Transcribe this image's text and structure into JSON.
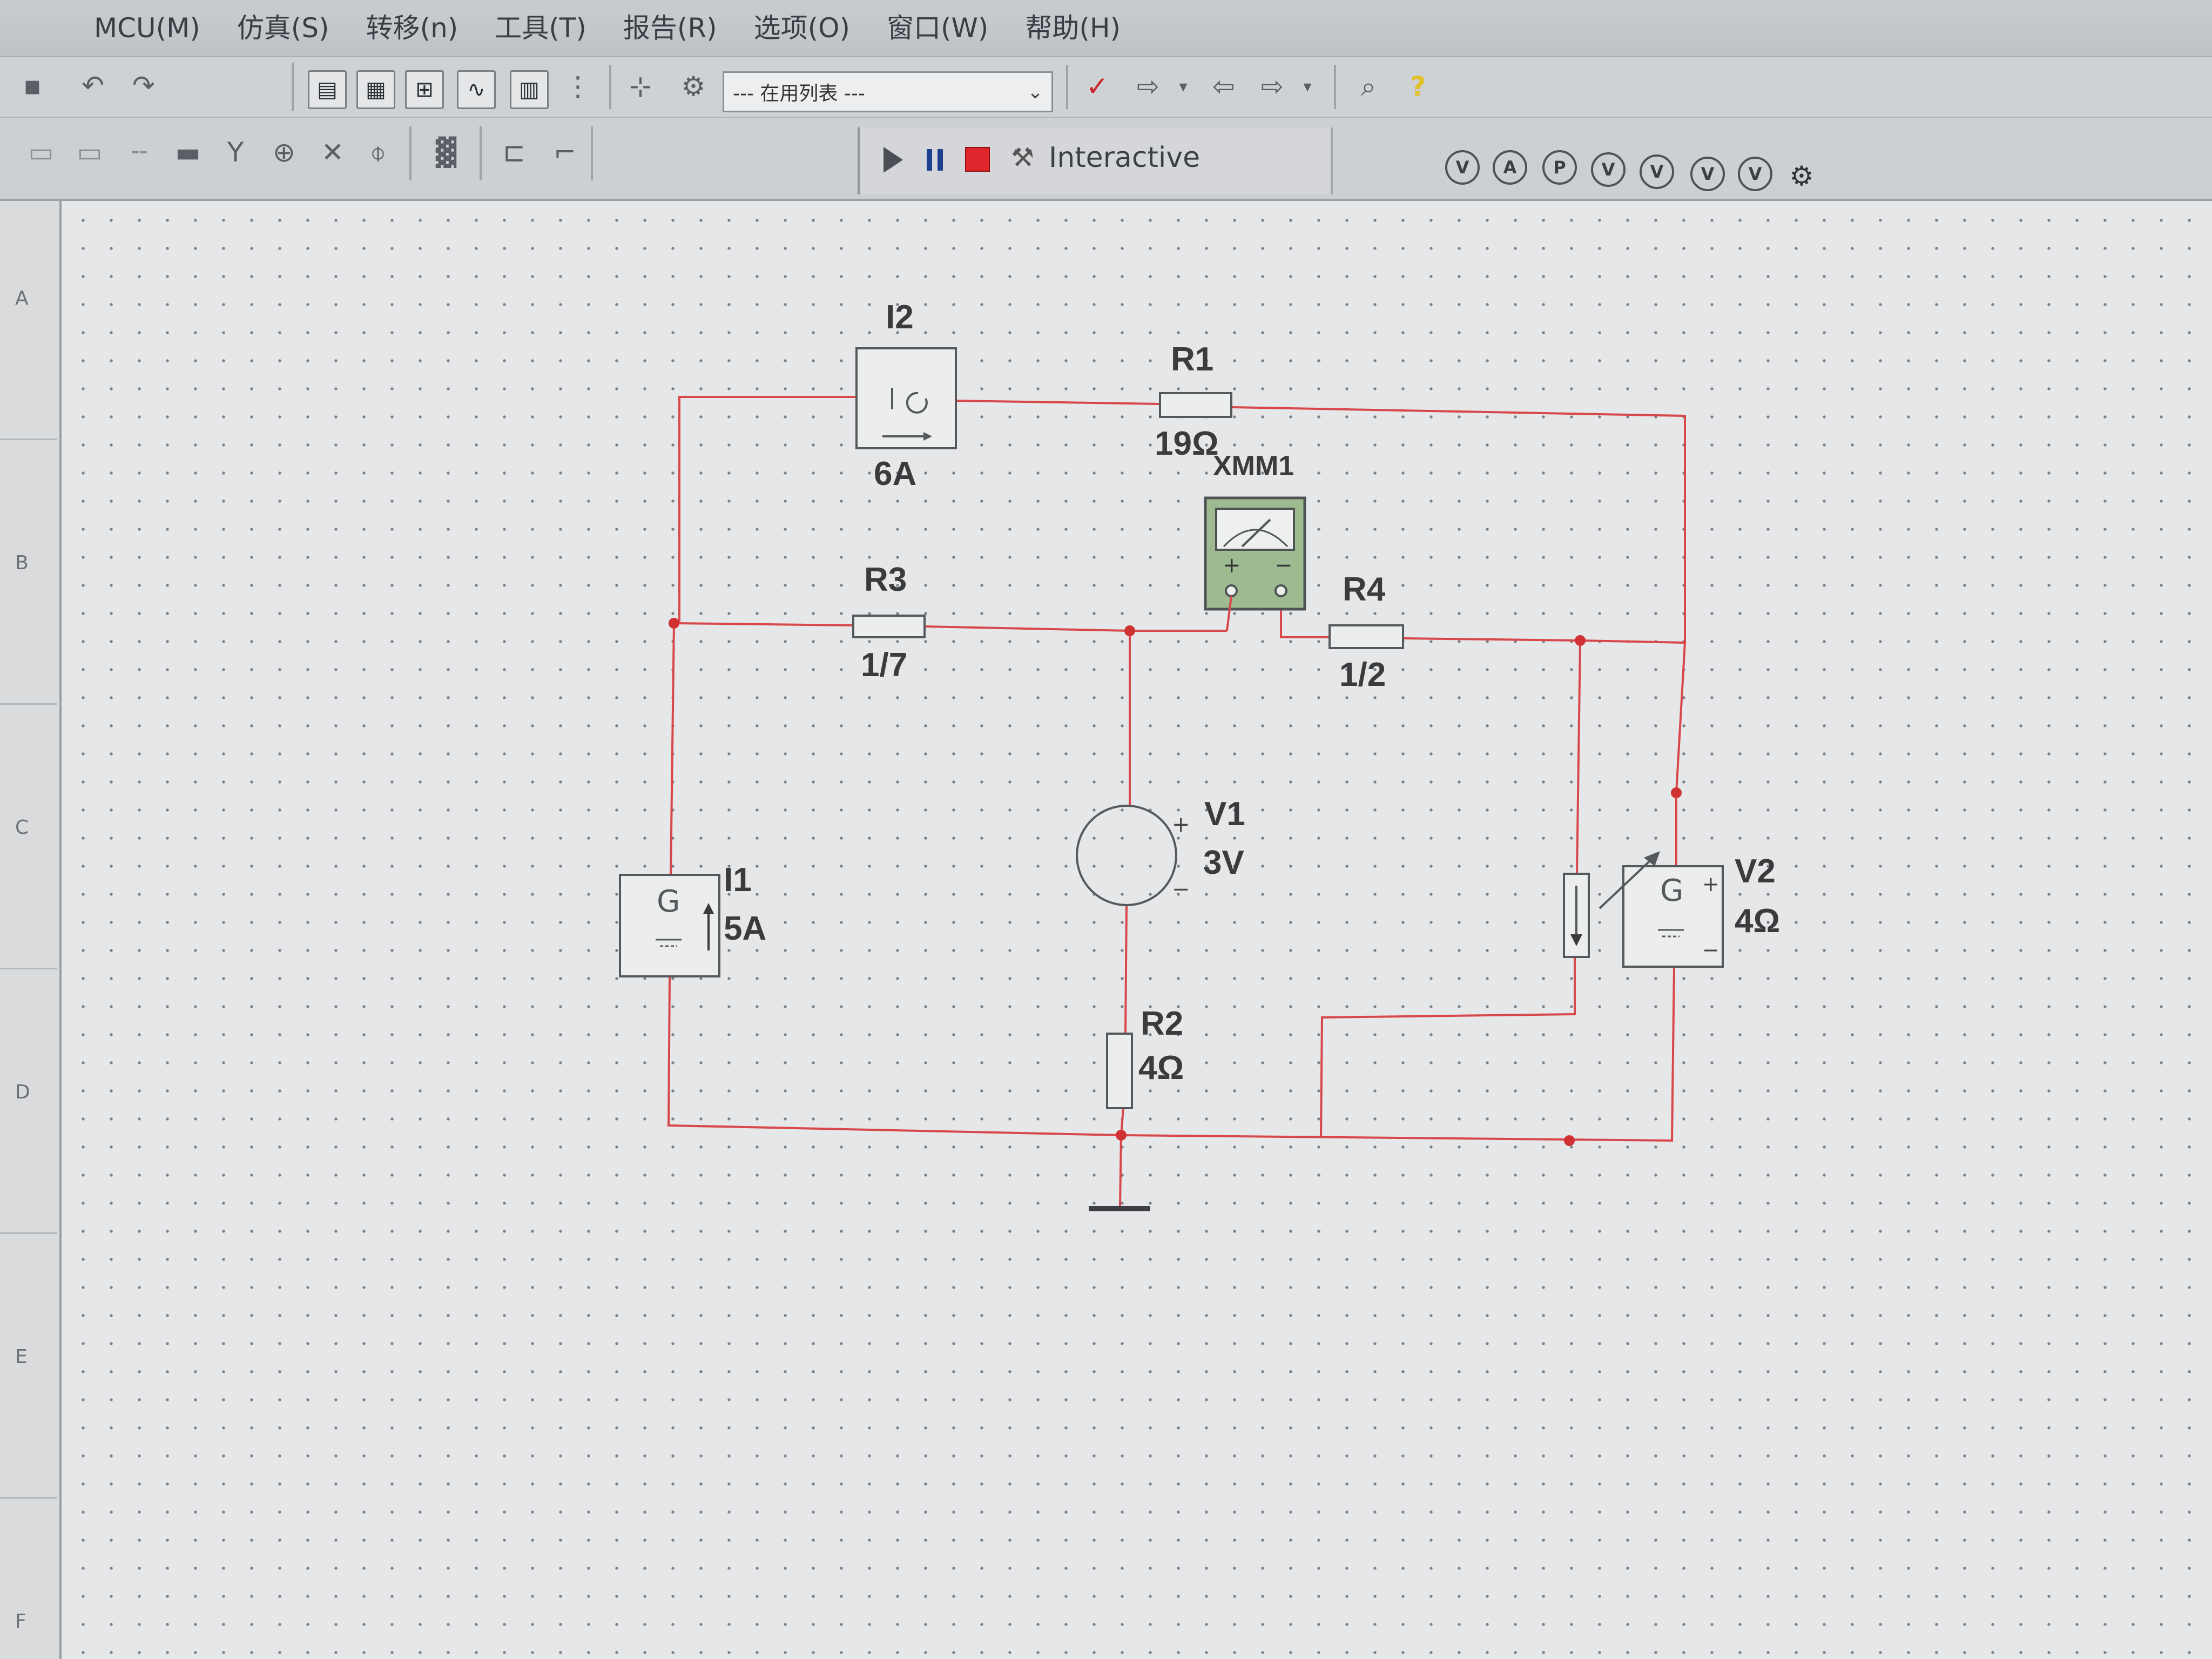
{
  "menu": {
    "items": [
      "MCU(M)",
      "仿真(S)",
      "转移(n)",
      "工具(T)",
      "报告(R)",
      "选项(O)",
      "窗口(W)",
      "帮助(H)"
    ]
  },
  "toolbar": {
    "in_use_list": "--- 在用列表 ---",
    "sim_mode": "Interactive",
    "probe_labels": [
      "V",
      "A",
      "P",
      "V",
      "V",
      "V",
      "V"
    ]
  },
  "ruler": {
    "letters": [
      "A",
      "B",
      "C",
      "D",
      "E",
      "F"
    ]
  },
  "schematic": {
    "components": {
      "I2": {
        "name": "I2",
        "value": "6A"
      },
      "R1": {
        "name": "R1",
        "value": "19Ω"
      },
      "XMM1": {
        "name": "XMM1"
      },
      "R3": {
        "name": "R3",
        "value": "1/7"
      },
      "R4": {
        "name": "R4",
        "value": "1/2"
      },
      "V1": {
        "name": "V1",
        "value": "3V"
      },
      "I1": {
        "name": "I1",
        "value": "5A"
      },
      "V2": {
        "name": "V2",
        "value": "4Ω"
      },
      "R2": {
        "name": "R2",
        "value": "4Ω"
      }
    },
    "wire_color": "#d8474a"
  }
}
